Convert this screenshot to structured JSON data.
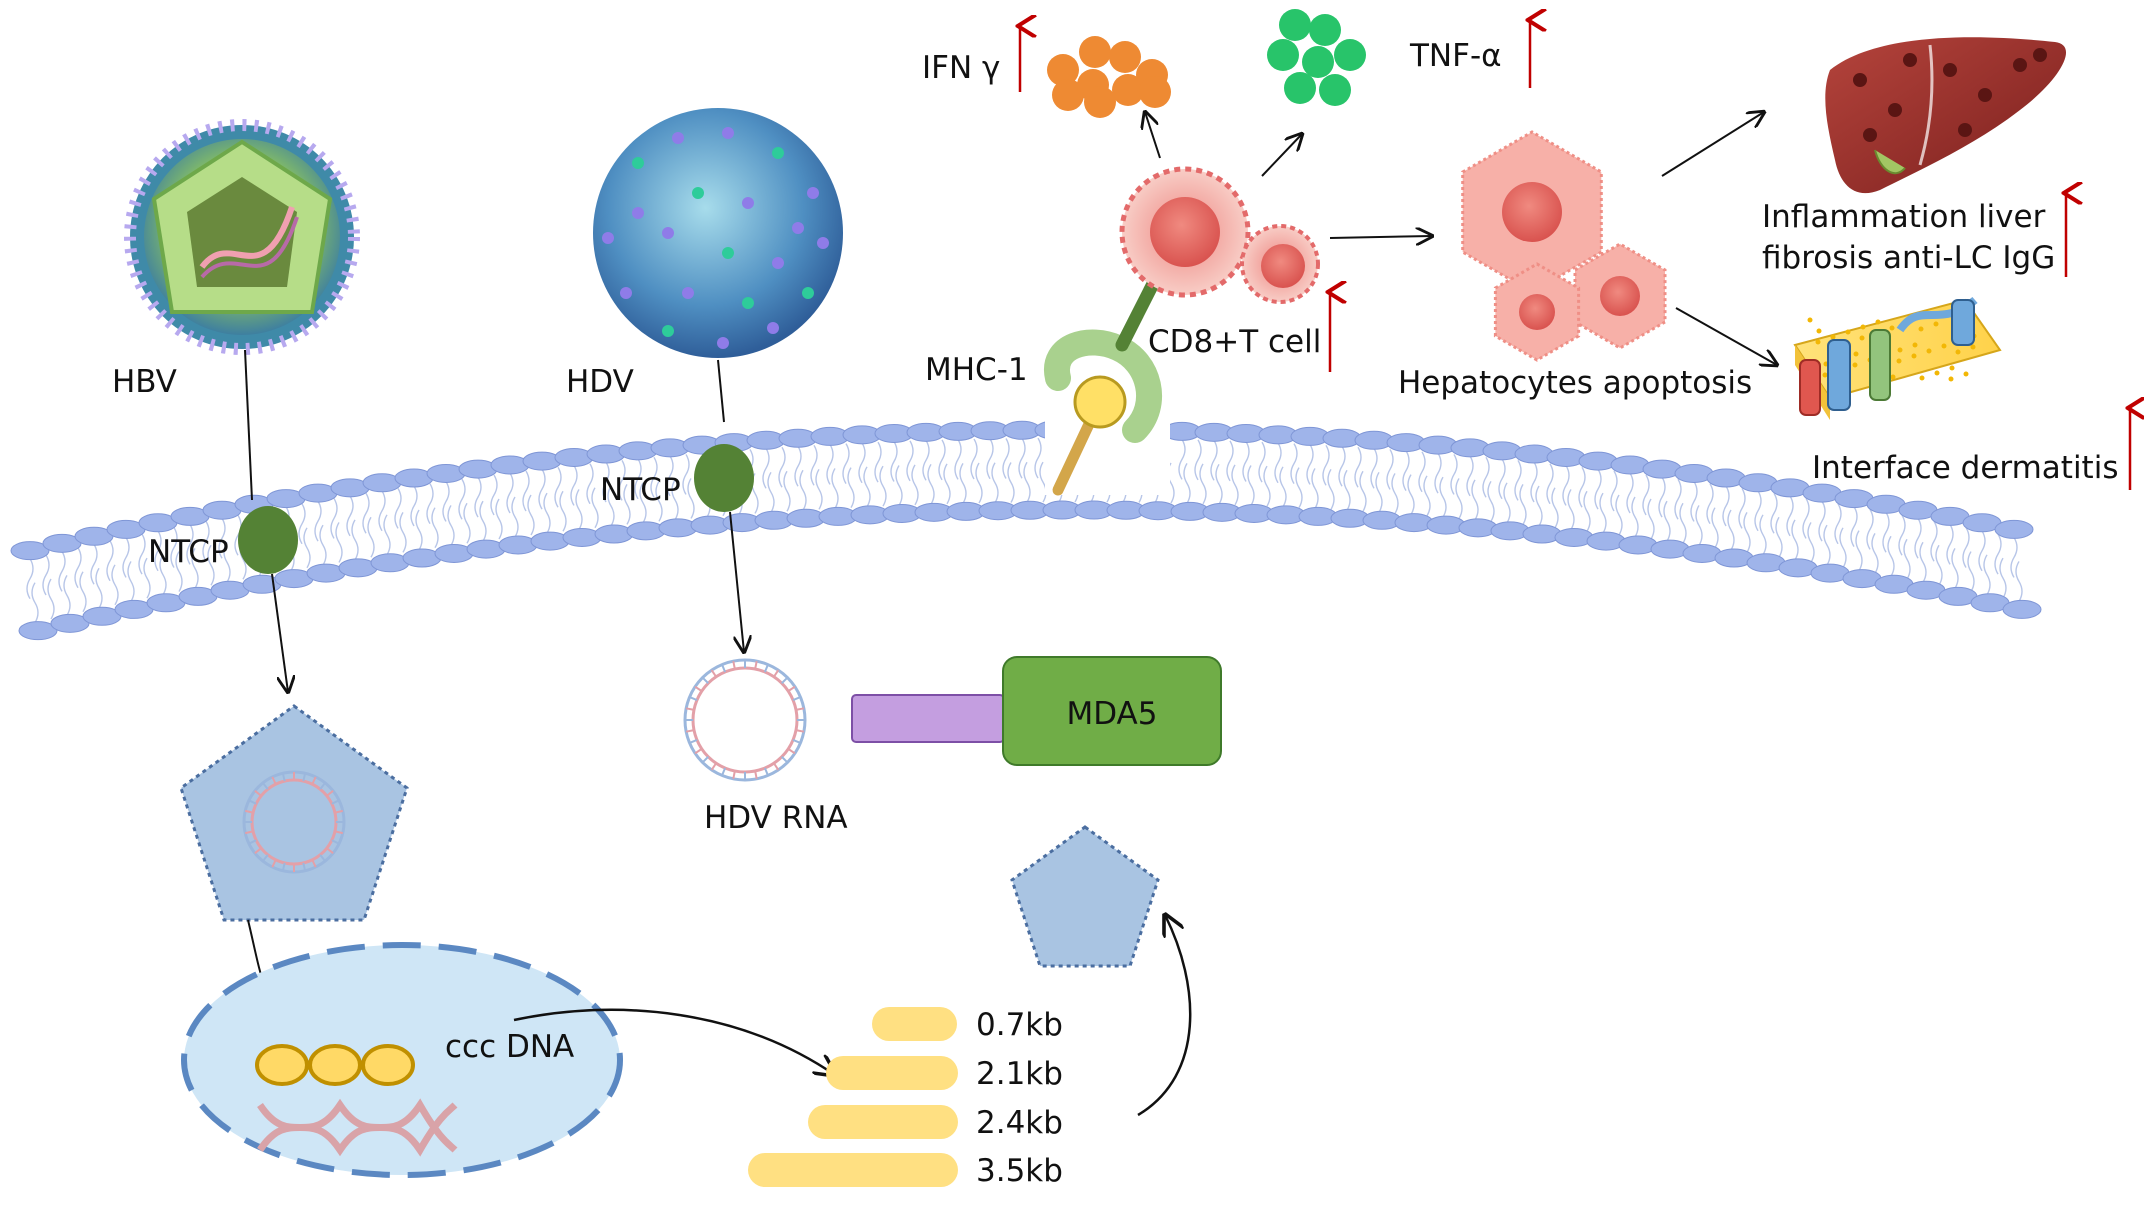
{
  "labels": {
    "hbv": "HBV",
    "hdv": "HDV",
    "ntcp_hbv": "NTCP",
    "ntcp_hdv": "NTCP",
    "mhc": "MHC-1",
    "cd8": "CD8+T cell",
    "ifn": "IFN γ",
    "tnf": "TNF-α",
    "hepatocytes": "Hepatocytes apoptosis",
    "inflammation_line1": "Inflammation liver",
    "inflammation_line2": "fibrosis anti-LC IgG",
    "interface": "Interface dermatitis",
    "mda5": "MDA5",
    "hdv_rna": "HDV RNA",
    "cccdna": "ccc DNA"
  },
  "transcripts": [
    "0.7kb",
    "2.1kb",
    "2.4kb",
    "3.5kb"
  ],
  "colors": {
    "membrane_head": "#9fb4ea",
    "ntcp": "#548235",
    "mda5_fill": "#70ad47",
    "linker": "#c49ee0",
    "pentagon": "#a9c4e2",
    "nucleus": "#cfe6f6",
    "transcript": "#ffe082",
    "up_arrow": "#c00000",
    "ifn_particle": "#ee8a33",
    "tnf_particle": "#28c46a"
  }
}
